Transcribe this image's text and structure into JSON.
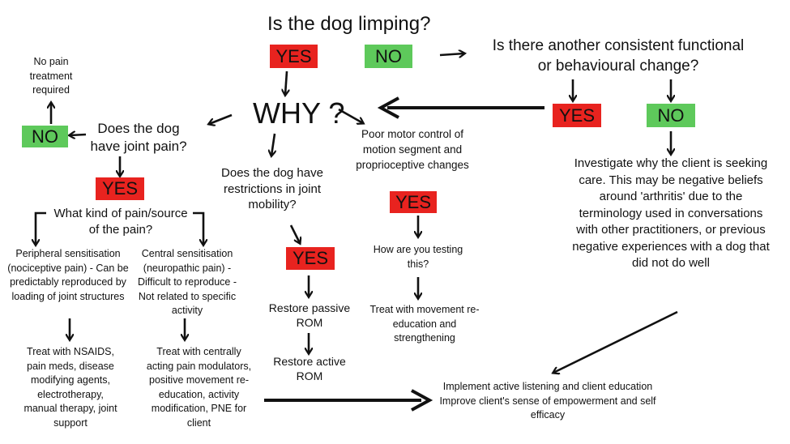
{
  "main_question": "Is the dog limping?",
  "yes_label": "YES",
  "no_label": "NO",
  "why_label": "WHY ?",
  "functional_question": "Is there another consistent functional or behavioural change?",
  "no_pain_text": "No pain treatment required",
  "joint_pain_question": "Does the dog have joint pain?",
  "pain_source_question": "What kind of pain/source of the pain?",
  "peripheral_text": "Peripheral sensitisation (nociceptive pain) - Can be predictably reproduced by loading of joint structures",
  "central_text": "Central sensitisation (neuropathic pain) - Difficult to reproduce - Not related to specific activity",
  "peripheral_treatment": "Treat with NSAIDS, pain meds, disease modifying agents, electrotherapy, manual therapy, joint support",
  "central_treatment": "Treat with centrally acting pain modulators, positive movement re-education, activity modification, PNE for client",
  "mobility_question": "Does the dog have restrictions in joint mobility?",
  "restore_passive": "Restore passive ROM",
  "restore_active": "Restore active ROM",
  "motor_control_text": "Poor motor control of motion segment and proprioceptive changes",
  "testing_question": "How are you testing this?",
  "movement_treatment": "Treat with movement re-education and strengthening",
  "investigate_text": "Investigate why the client is seeking care. This may be negative beliefs around 'arthritis' due to the terminology used in conversations with other practitioners, or previous negative experiences with a dog that did not do well",
  "education_text": "Implement active listening and client education Improve client's sense of empowerment and self efficacy",
  "colors": {
    "yes": "#e8231f",
    "no": "#5ec95b"
  }
}
